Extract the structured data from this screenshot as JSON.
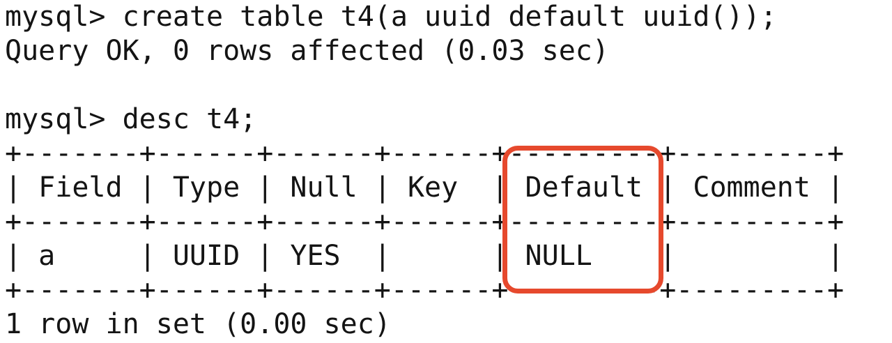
{
  "terminal": {
    "background_color": "#ffffff",
    "text_color": "#141414",
    "prompt": "mysql>",
    "commands": [
      "create table t4(a uuid default uuid());",
      "desc t4;"
    ],
    "lines": [
      "mysql> create table t4(a uuid default uuid());",
      "Query OK, 0 rows affected (0.03 sec)",
      "",
      "mysql> desc t4;",
      "+-------+------+------+------+---------+---------+",
      "| Field | Type | Null | Key  | Default | Comment |",
      "+-------+------+------+------+---------+---------+",
      "| a     | UUID | YES  |      | NULL    |         |",
      "+-------+------+------+------+---------+---------+",
      "1 row in set (0.00 sec)"
    ]
  },
  "statuses": {
    "create_result": "Query OK, 0 rows affected (0.03 sec)",
    "select_result": "1 row in set (0.00 sec)"
  },
  "result_table": {
    "headers": [
      "Field",
      "Type",
      "Null",
      "Key",
      "Default",
      "Comment"
    ],
    "rows": [
      [
        "a",
        "UUID",
        "YES",
        "",
        "NULL",
        ""
      ]
    ],
    "summary": "1 row in set (0.00 sec)"
  },
  "annotation": {
    "type": "highlight-box",
    "highlighted_column": "Default",
    "highlighted_header": "Default",
    "highlighted_value": "NULL",
    "color": "#e6492d"
  }
}
